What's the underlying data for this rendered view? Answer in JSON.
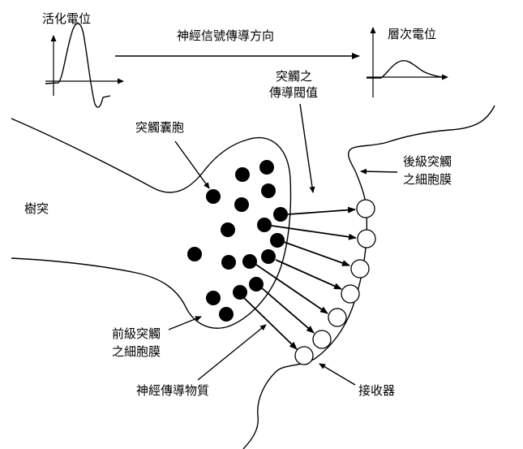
{
  "labels": {
    "action_potential": "活化電位",
    "transmission_direction": "神經信號傳導方向",
    "graded_potential": "層次電位",
    "synaptic_threshold_line1": "突觸之",
    "synaptic_threshold_line2": "傳導閥值",
    "synaptic_vesicle": "突觸囊胞",
    "postsynaptic_membrane_line1": "後級突觸",
    "postsynaptic_membrane_line2": "之細胞膜",
    "dendrite": "樹突",
    "presynaptic_membrane_line1": "前級突觸",
    "presynaptic_membrane_line2": "之細胞膜",
    "neurotransmitter": "神經傳導物質",
    "receptor": "接收器"
  },
  "colors": {
    "ink": "#000000",
    "background": "#ffffff"
  }
}
